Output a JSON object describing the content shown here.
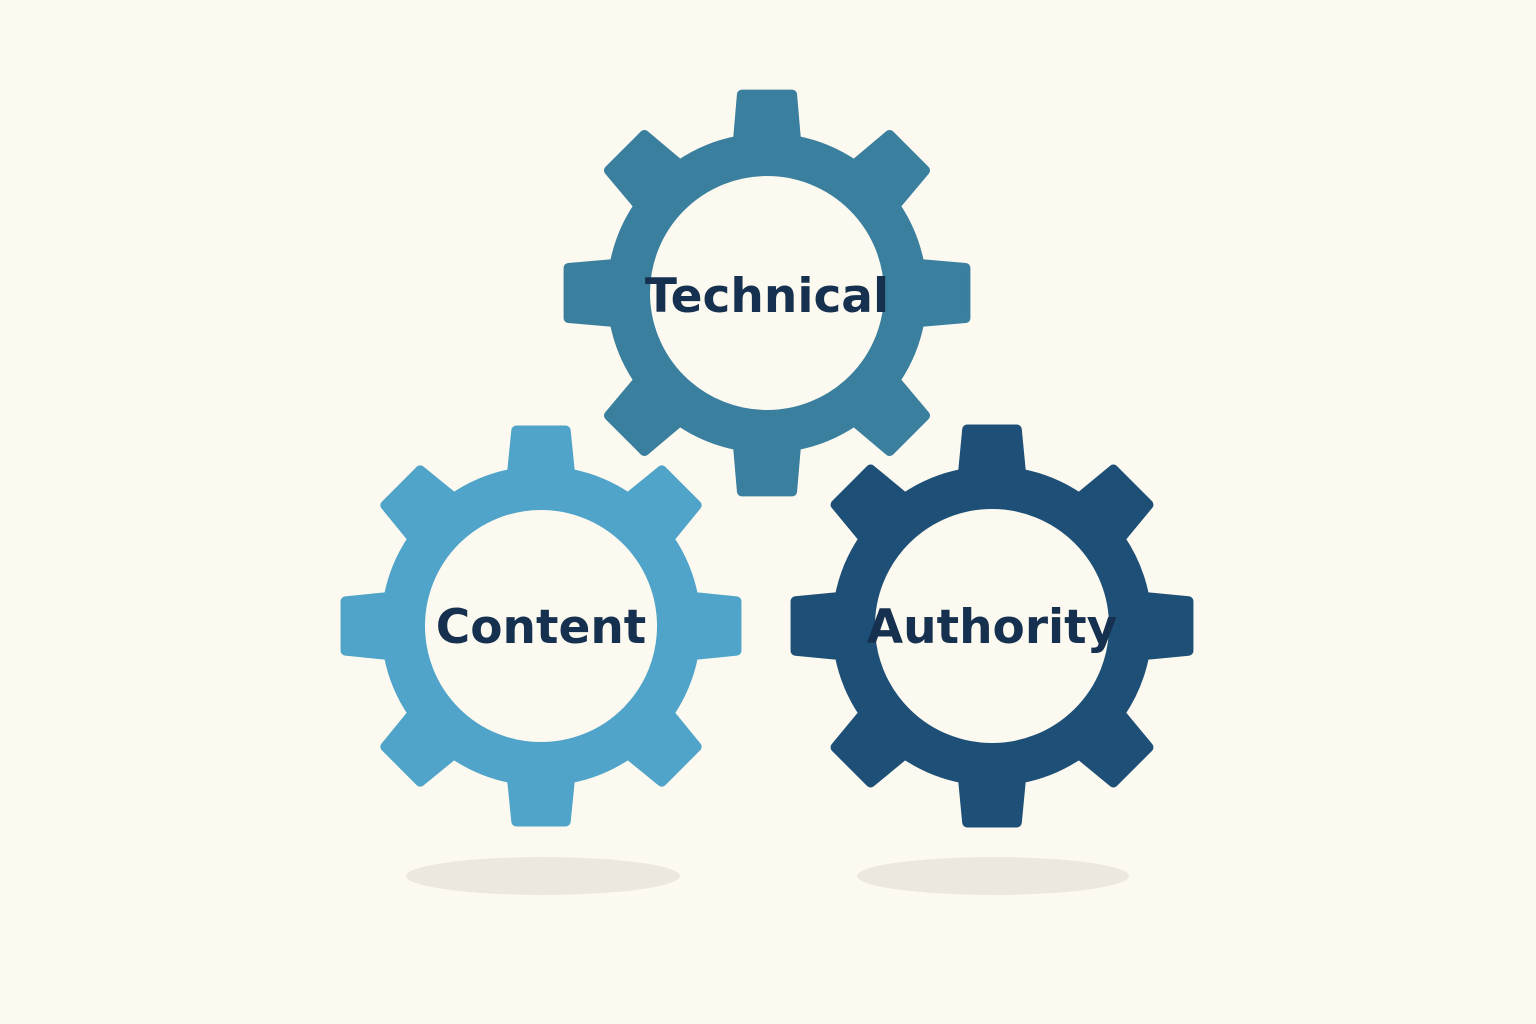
{
  "diagram": {
    "background": "#fcfaf0",
    "label_color": "#16304f",
    "shadow_color": "#ece8dd",
    "gears": [
      {
        "id": "technical",
        "label": "Technical",
        "color": "#3b7f9f",
        "icon": "gear-icon",
        "teeth": 8
      },
      {
        "id": "content",
        "label": "Content",
        "color": "#50a4c9",
        "icon": "gear-icon",
        "teeth": 8
      },
      {
        "id": "authority",
        "label": "Authority",
        "color": "#1e4f77",
        "icon": "gear-icon",
        "teeth": 8
      }
    ]
  }
}
